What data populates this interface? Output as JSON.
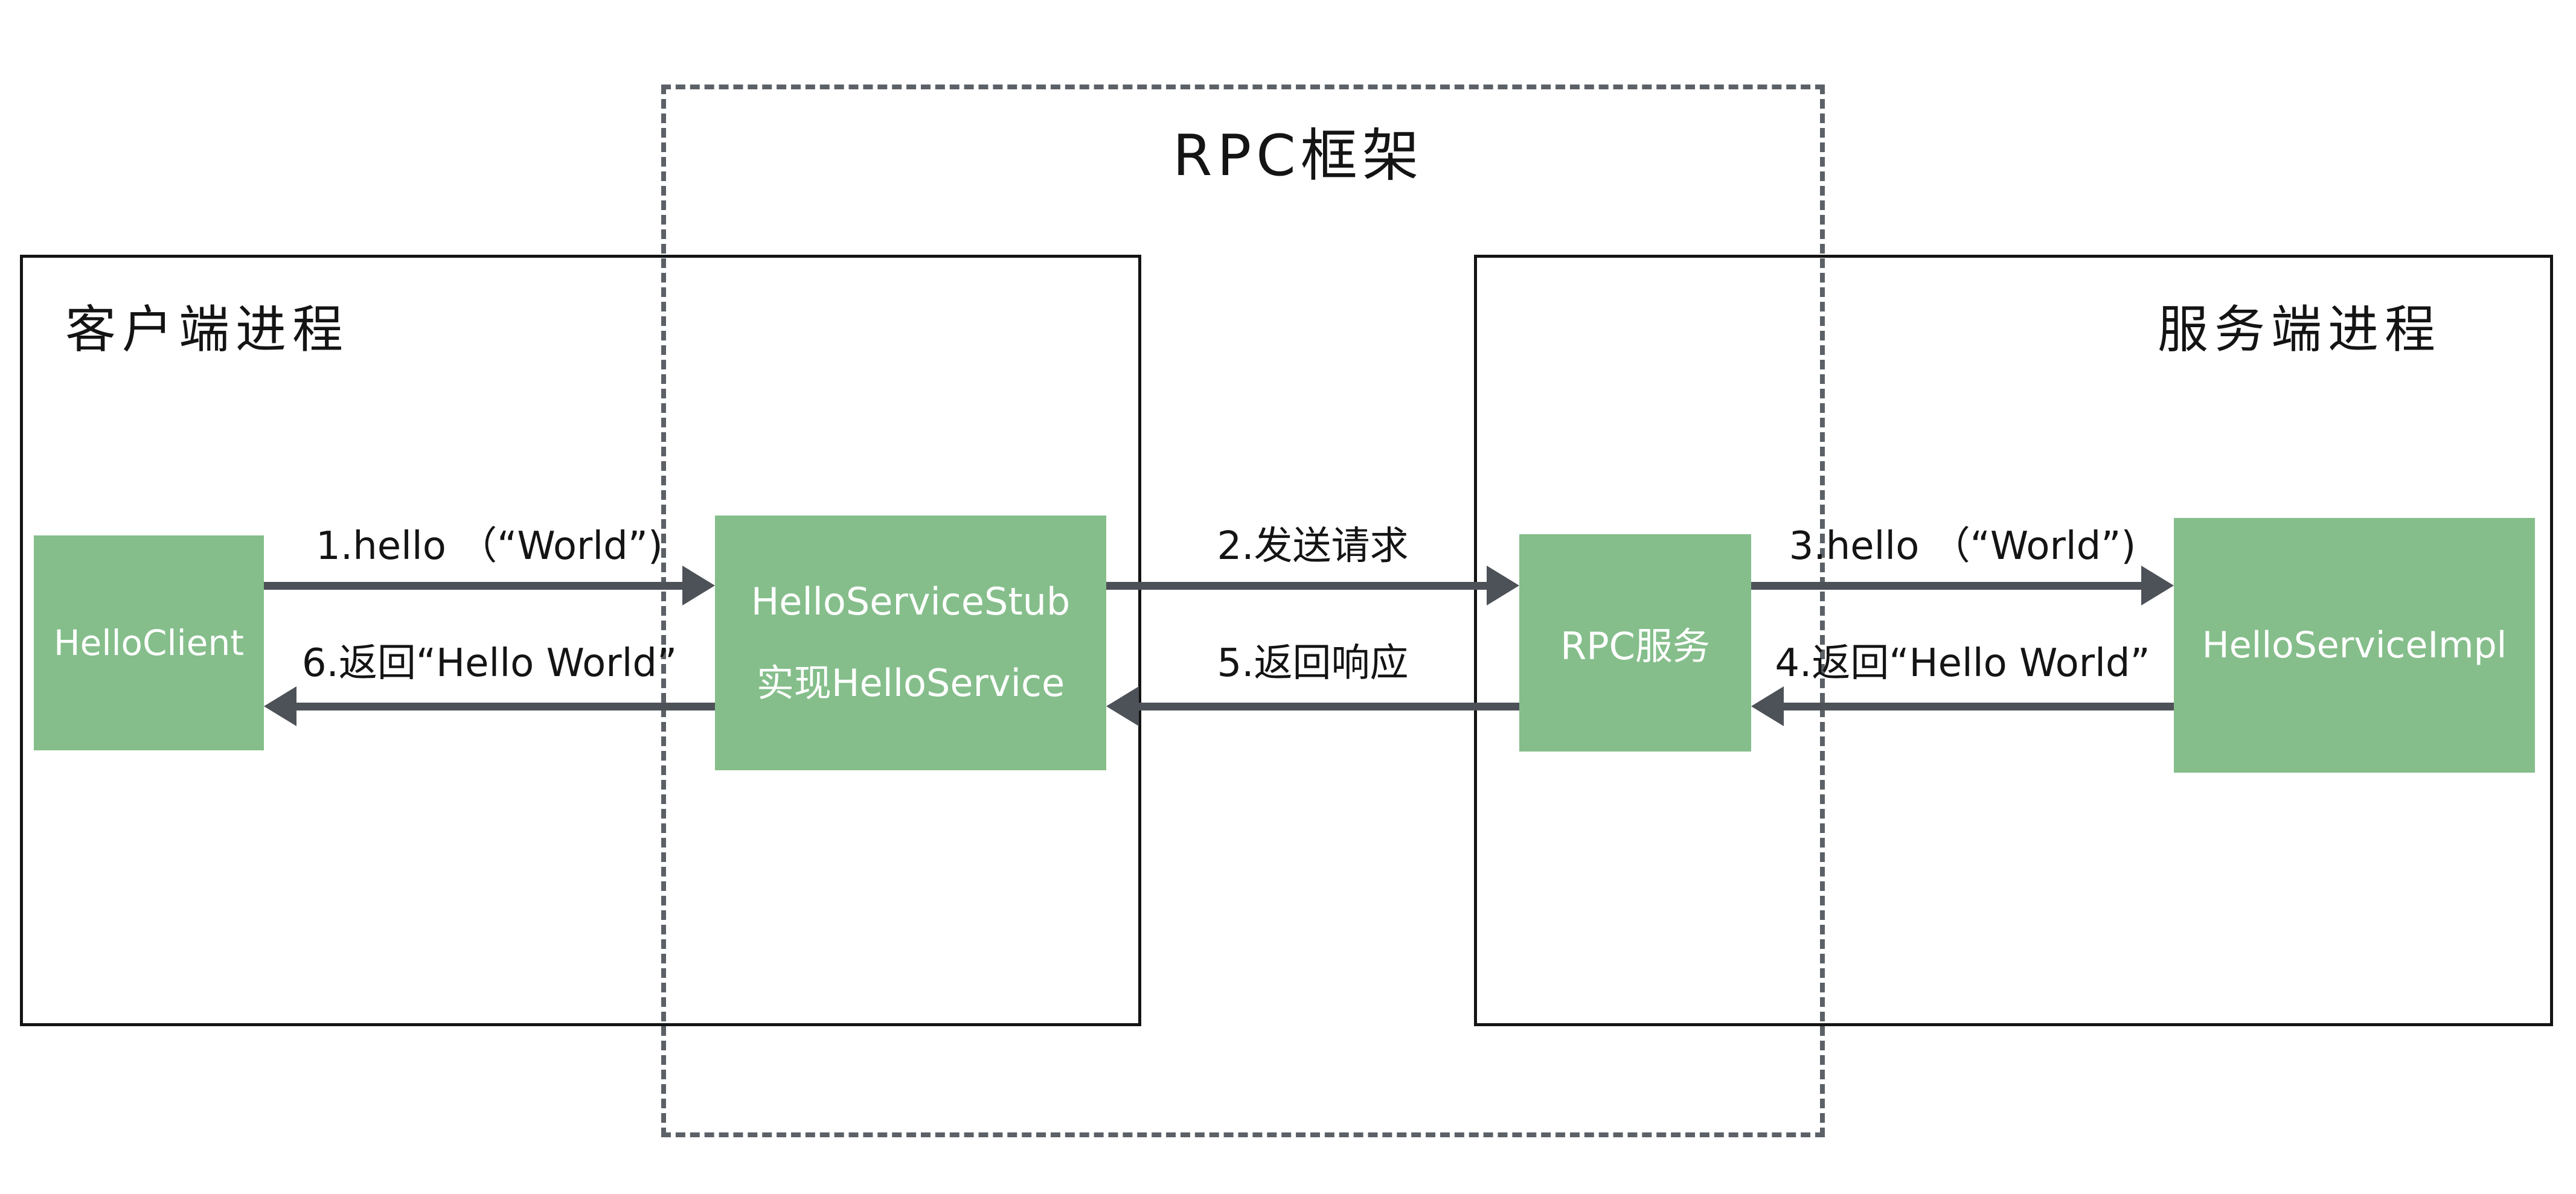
{
  "diagram": {
    "title": "RPC框架",
    "client_process": {
      "label": "客户端进程"
    },
    "server_process": {
      "label": "服务端进程"
    },
    "nodes": {
      "hello_client": "HelloClient",
      "stub_line1": "HelloServiceStub",
      "stub_line2": "实现HelloService",
      "rpc_service": "RPC服务",
      "hello_service_impl": "HelloServiceImpl"
    },
    "arrows": {
      "step1": "1.hello （“World”)",
      "step2": "2.发送请求",
      "step3": "3.hello （“World”)",
      "step4": "4.返回“Hello World”",
      "step5": "5.返回响应",
      "step6": "6.返回“Hello World”"
    },
    "colors": {
      "node_green": "#85BE8B",
      "arrow_gray": "#4D5258",
      "dashed_border_gray": "#5B6167",
      "solid_border_black": "#141414"
    }
  }
}
